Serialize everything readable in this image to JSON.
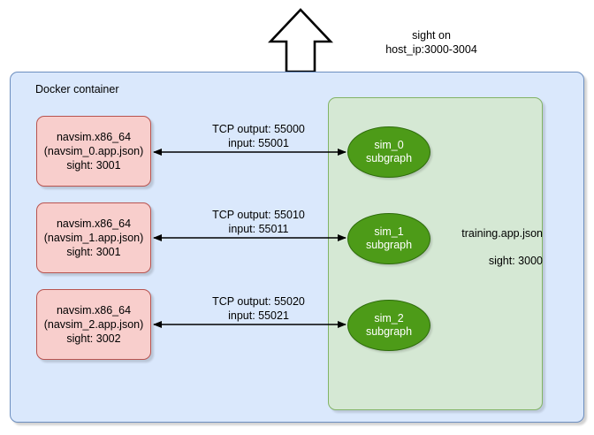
{
  "diagram": {
    "top_note": "sight on\nhost_ip:3000-3004",
    "docker_label": "Docker container",
    "training_label": "training.app.json",
    "training_sight": "sight: 3000",
    "nodes": [
      {
        "name": "navsim-0",
        "text": "navsim.x86_64\n(navsim_0.app.json)\nsight: 3001"
      },
      {
        "name": "navsim-1",
        "text": "navsim.x86_64\n(navsim_1.app.json)\nsight: 3001"
      },
      {
        "name": "navsim-2",
        "text": "navsim.x86_64\n(navsim_2.app.json)\nsight: 3002"
      }
    ],
    "sims": [
      {
        "name": "sim-0",
        "text": "sim_0\nsubgraph"
      },
      {
        "name": "sim-1",
        "text": "sim_1\nsubgraph"
      },
      {
        "name": "sim-2",
        "text": "sim_2\nsubgraph"
      }
    ],
    "connections": [
      {
        "name": "conn-0",
        "text": "TCP output: 55000\ninput: 55001"
      },
      {
        "name": "conn-1",
        "text": "TCP output: 55010\ninput: 55011"
      },
      {
        "name": "conn-2",
        "text": "TCP output: 55020\ninput: 55021"
      }
    ],
    "colors": {
      "docker_fill": "#dae8fc",
      "docker_stroke": "#6c8ebf",
      "training_fill": "#d5e8d4",
      "training_stroke": "#82b366",
      "navsim_fill": "#f8cecc",
      "navsim_stroke": "#b85450",
      "sim_fill": "#4d9b18",
      "sim_stroke": "#2d6b0b",
      "arrow": "#000000"
    }
  }
}
